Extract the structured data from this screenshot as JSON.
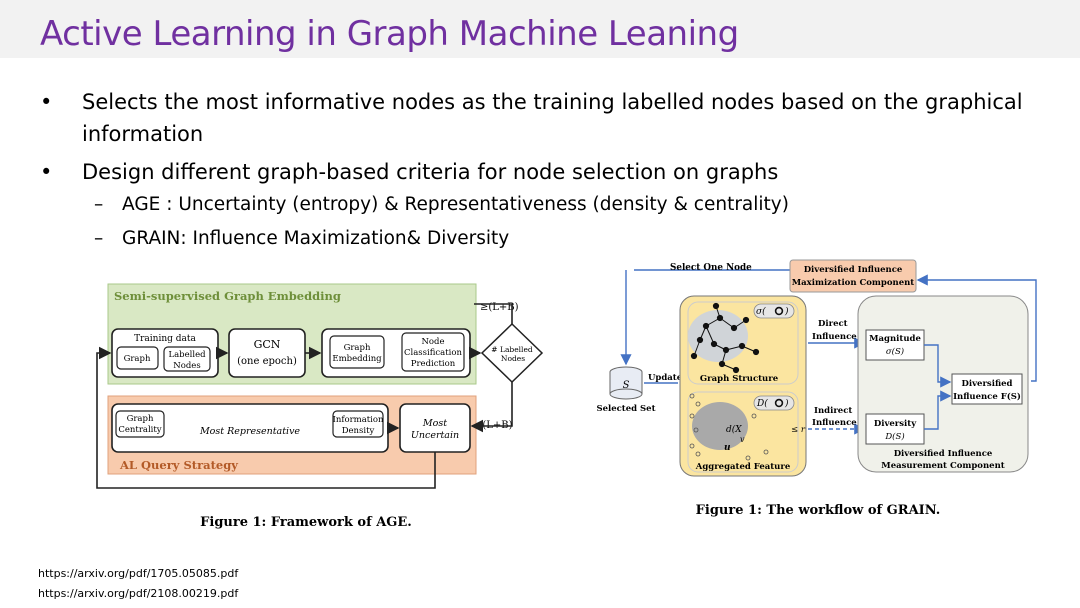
{
  "slide": {
    "title": "Active Learning in Graph Machine Leaning",
    "bullets": [
      {
        "text": "Selects the most informative nodes as the training labelled nodes based on the graphical information"
      },
      {
        "text": "Design different graph-based criteria for node selection on graphs"
      }
    ],
    "sub_bullets": [
      "AGE : Uncertainty (entropy) & Representativeness (density & centrality)",
      "GRAIN:  Influence Maximization& Diversity"
    ],
    "bullet_marker": "•",
    "dash_marker": "–"
  },
  "age_figure": {
    "top_section": "Semi-supervised Graph Embedding",
    "training_data": "Training data",
    "graph": "Graph",
    "labelled_nodes_1": "Labelled",
    "labelled_nodes_2": "Nodes",
    "gcn_1": "GCN",
    "gcn_2": "(one epoch)",
    "graph_embedding_1": "Graph",
    "graph_embedding_2": "Embedding",
    "node_class_1": "Node",
    "node_class_2": "Classification",
    "node_class_3": "Prediction",
    "labelled_decision_1": "# Labelled",
    "labelled_decision_2": "Nodes",
    "ge_lb": "≥(L+B)",
    "lt_lb": "<(L+B)",
    "graph_centrality_1": "Graph",
    "graph_centrality_2": "Centrality",
    "most_representative": "Most Representative",
    "info_density_1": "Information",
    "info_density_2": "Density",
    "most_uncertain_1": "Most",
    "most_uncertain_2": "Uncertain",
    "bottom_section": "AL Query Strategy",
    "caption": "Figure 1: Framework of AGE."
  },
  "grain_figure": {
    "select_one_node": "Select One Node",
    "dim_component_1": "Diversified Influence",
    "dim_component_2": "Maximization Component",
    "sigma_label": "σ(",
    "sigma_close": ")",
    "direct_1": "Direct",
    "direct_2": "Influence",
    "magnitude_1": "Magnitude",
    "magnitude_2": "σ(S)",
    "update": "Update",
    "s_label": "S",
    "selected_set": "Selected Set",
    "graph_structure": "Graph Structure",
    "d_label": "D(",
    "d_close": ")",
    "indirect_1": "Indirect",
    "indirect_2": "Influence",
    "diversity_1": "Diversity",
    "diversity_2": "D(S)",
    "diversified_1": "Diversified",
    "diversified_2": "Influence F(S)",
    "dim_measure_1": "Diversified Influence",
    "dim_measure_2": "Measurement Component",
    "distance_expr": "d(X",
    "leq_r": "≤ r",
    "u_label": "u",
    "v_label": "v",
    "aggregated_feature": "Aggregated Feature",
    "caption": "Figure 1: The workflow of GRAIN."
  },
  "references": [
    "https://arxiv.org/pdf/1705.05085.pdf",
    "https://arxiv.org/pdf/2108.00219.pdf"
  ],
  "colors": {
    "title": "#7030a0",
    "green_panel": "#d9e8c4",
    "orange_panel": "#f8cbad",
    "yellow_panel": "#fbe5a0",
    "grey_panel": "#f0f1ea",
    "blue_line": "#4472c4"
  }
}
